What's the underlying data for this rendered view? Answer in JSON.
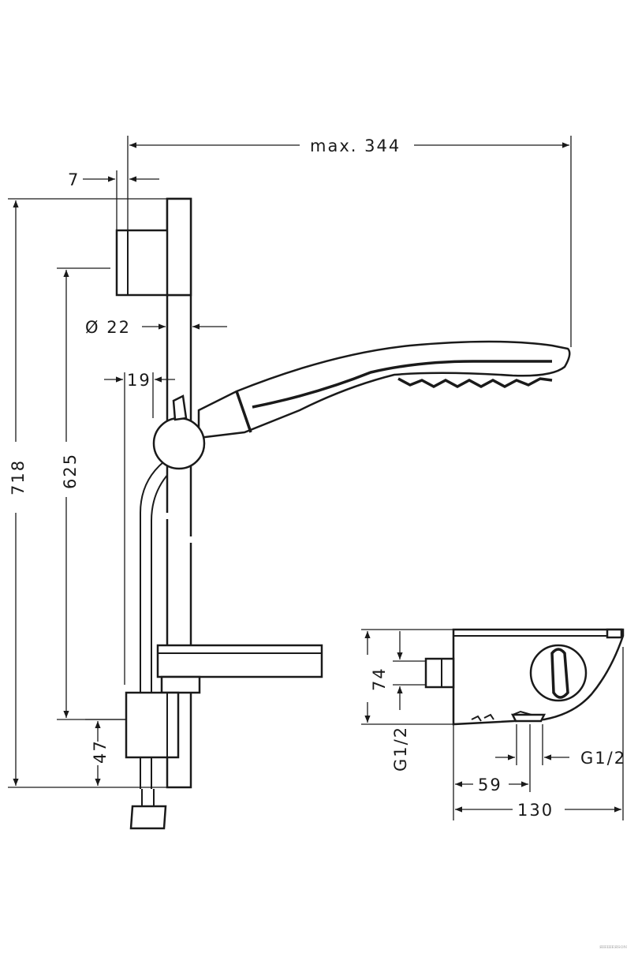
{
  "dimensions": {
    "max_width": "max. 344",
    "mount_offset": "7",
    "total_height": "718",
    "rail_length": "625",
    "rail_diameter": "Ø 22",
    "wall_offset": "19",
    "bottom_offset": "47",
    "thermostat_height": "74",
    "inlet_left": "G1/2",
    "inlet_right": "G1/2",
    "outlet_distance": "59",
    "thermostat_width": "130"
  },
  "watermark": "ЯIЕШЕЯSОN"
}
